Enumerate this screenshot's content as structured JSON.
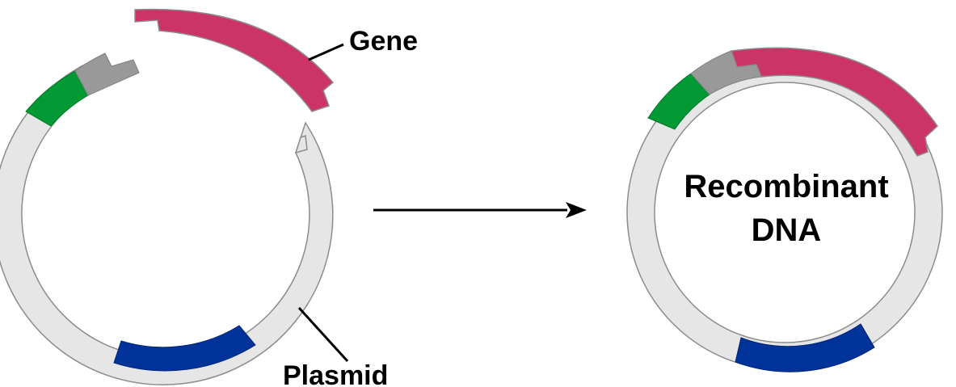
{
  "labels": {
    "gene": "Gene",
    "plasmid": "Plasmid",
    "recombinant_line1": "Recombinant",
    "recombinant_line2": "DNA"
  },
  "colors": {
    "backbone": "#e6e6e6",
    "outline": "#8c8c8c",
    "gene": "#cc3366",
    "promoter": "#999999",
    "green_marker": "#009933",
    "blue_marker": "#003399",
    "text": "#000000"
  }
}
